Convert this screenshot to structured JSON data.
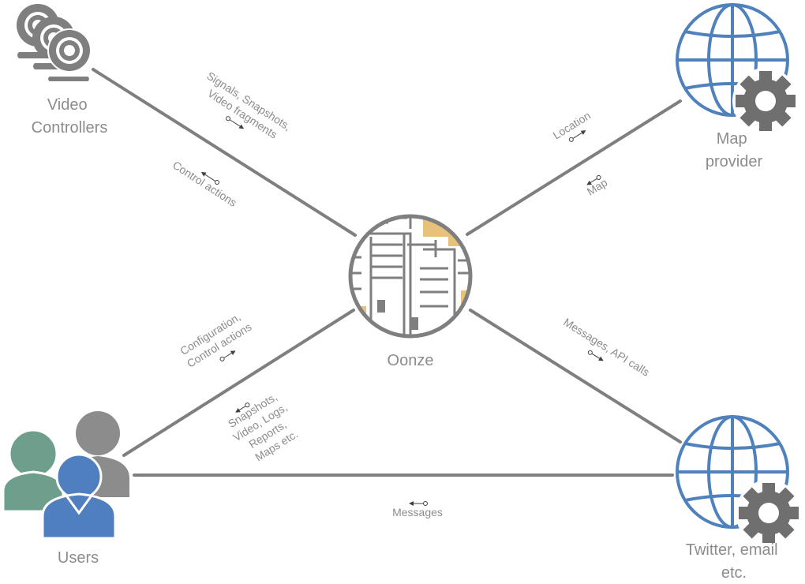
{
  "nodes": {
    "video_controllers": {
      "label_lines": [
        "Video",
        "Controllers"
      ],
      "icon": "webcam-icon"
    },
    "map_provider": {
      "label_lines": [
        "Map",
        "provider"
      ],
      "icon": "globe-gear-icon"
    },
    "center": {
      "label": "Oonze",
      "icon": "oonze-map-logo"
    },
    "users": {
      "label": "Users",
      "icon": "users-group-icon"
    },
    "twitter": {
      "label_lines": [
        "Twitter, email",
        "etc."
      ],
      "icon": "globe-gear-icon"
    }
  },
  "edges": {
    "video_out": [
      "Signals, Snapshots,",
      "Video fragments"
    ],
    "video_in": [
      "Control actions"
    ],
    "map_out": [
      "Location"
    ],
    "map_in": [
      "Map"
    ],
    "users_in": [
      "Configuration,",
      "Control actions"
    ],
    "users_out": [
      "Snapshots,",
      "Video, Logs,",
      "Reports,",
      "Maps etc."
    ],
    "twitter_out": [
      "Messages, API calls"
    ],
    "users_twitter": [
      "Messages"
    ]
  },
  "colors": {
    "line": "#7f7f7f",
    "text": "#8c8c8c",
    "globe_blue": "#4f81bd",
    "gear_gray": "#6f6f6f",
    "user_green": "#6e9e8c",
    "user_blue": "#4f7fbf",
    "user_gray": "#8c8c8c",
    "map_yellow": "#e8c27a"
  }
}
